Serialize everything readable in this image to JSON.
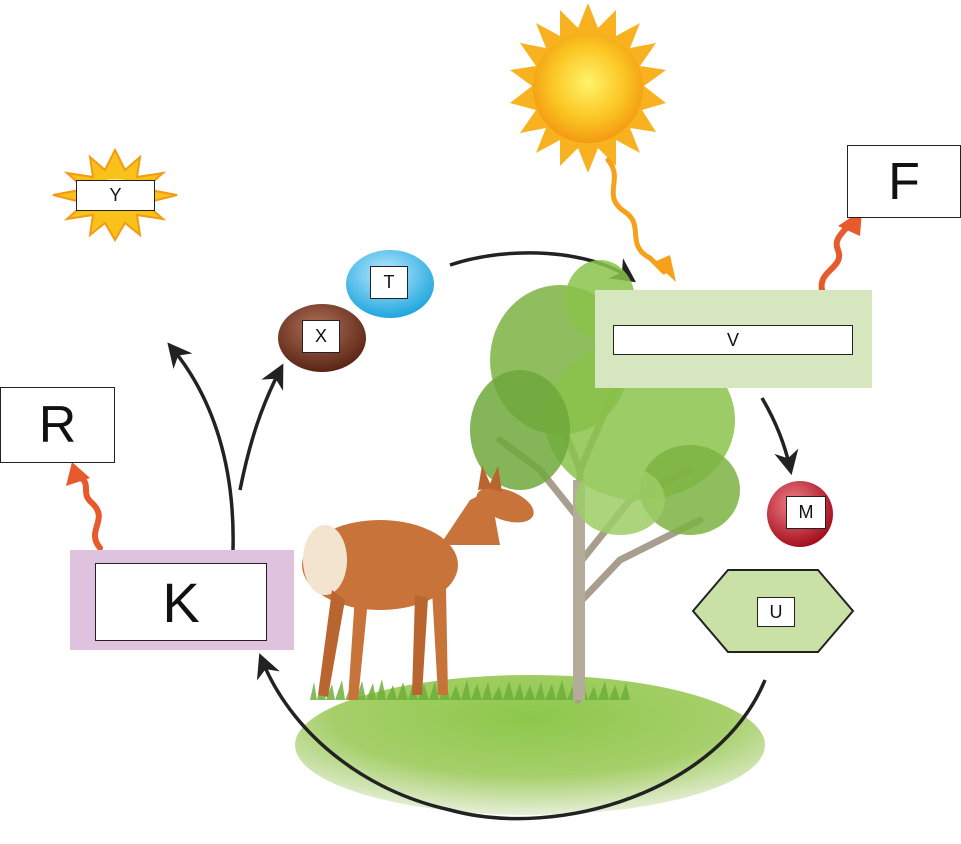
{
  "labels": {
    "K": "K",
    "V": "V",
    "R": "R",
    "F": "F",
    "Y": "Y",
    "T": "T",
    "X": "X",
    "M": "M",
    "U": "U"
  },
  "colors": {
    "box_k": "#dfc3de",
    "box_v": "#d6e7bf",
    "sun": "#f7b21c",
    "heat_arrow": "#e85a2c",
    "oval_t": "#33b5e5",
    "oval_x": "#6b2f1c",
    "circle_m": "#c41f2e",
    "hexagon_u": "#c9e0a6",
    "arrow": "#222222"
  }
}
